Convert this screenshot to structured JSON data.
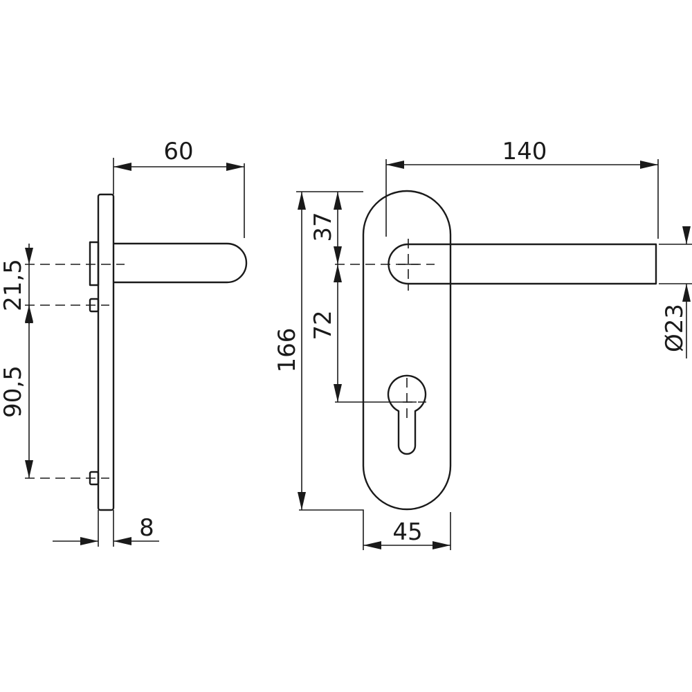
{
  "dimensions": {
    "side_projection": "60",
    "side_top_spacing": "21,5",
    "side_screw_spacing": "90,5",
    "side_thickness": "8",
    "front_lever_length": "140",
    "front_lever_to_top": "37",
    "front_lever_to_cylinder": "72",
    "front_total_height": "166",
    "front_lever_diameter": "Ø23",
    "front_plate_width": "45"
  }
}
